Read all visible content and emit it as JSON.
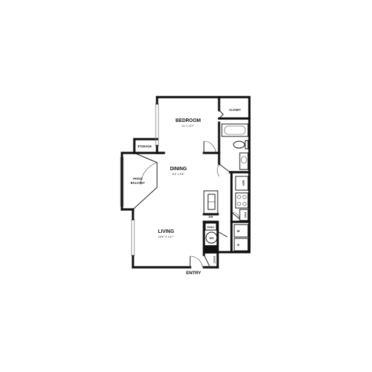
{
  "rooms": {
    "bedroom": {
      "label": "BEDROOM",
      "dims": "11' x 13'7\""
    },
    "dining": {
      "label": "DINING",
      "dims": "8'4\" x 9'5\""
    },
    "living": {
      "label": "LIVING",
      "dims": "13'6\" X 13'7\""
    },
    "patio": {
      "label_line1": "PATIO/",
      "label_line2": "BALCONY"
    },
    "storage": {
      "label": "STORAGE"
    },
    "closet": {
      "label": "CLOSET"
    },
    "entry": {
      "label": "ENTRY"
    },
    "coat": {
      "label": "COAT"
    }
  },
  "fixtures": {
    "refrigerator": "REF.",
    "pantry": "PAN",
    "dishwasher": "DW",
    "hvac": "HVAC",
    "water_heater": "WH",
    "washer": "W",
    "dryer": "D"
  },
  "colors": {
    "wall": "#111111",
    "background": "#ffffff"
  }
}
